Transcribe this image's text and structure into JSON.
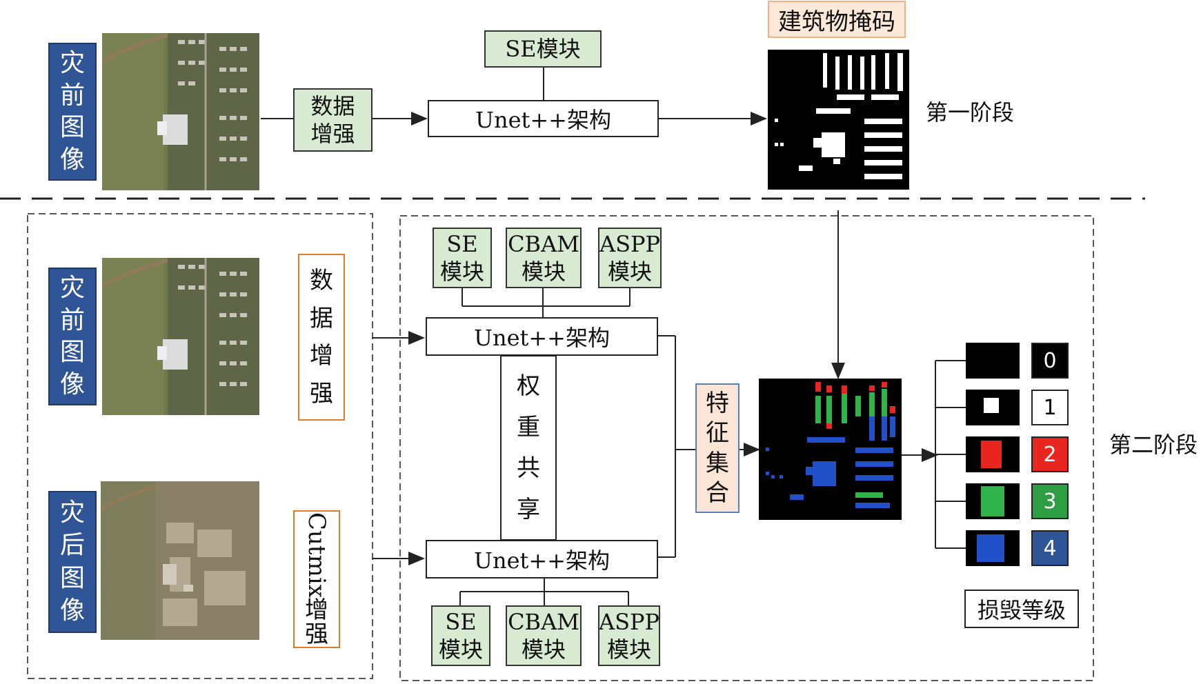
{
  "stage1": {
    "pre_image_label": [
      "灾",
      "前",
      "图",
      "像"
    ],
    "data_aug": [
      "数据",
      "增强"
    ],
    "se_module": "SE模块",
    "unet": "Unet++架构",
    "mask_label": "建筑物掩码",
    "stage_name": "第一阶段"
  },
  "stage2": {
    "pre_image_label": [
      "灾",
      "前",
      "图",
      "像"
    ],
    "post_image_label": [
      "灾",
      "后",
      "图",
      "像"
    ],
    "data_aug_v": [
      "数",
      "据",
      "增",
      "强"
    ],
    "cutmix_word": "Cutmix",
    "cutmix_rest": [
      "增",
      "强"
    ],
    "top_modules": [
      {
        "line1": "SE",
        "line2": "模块"
      },
      {
        "line1": "CBAM",
        "line2": "模块"
      },
      {
        "line1": "ASPP",
        "line2": "模块"
      }
    ],
    "bottom_modules": [
      {
        "line1": "SE",
        "line2": "模块"
      },
      {
        "line1": "CBAM",
        "line2": "模块"
      },
      {
        "line1": "ASPP",
        "line2": "模块"
      }
    ],
    "unet_top": "Unet++架构",
    "unet_bottom": "Unet++架构",
    "weight_share": [
      "权",
      "重",
      "共",
      "享"
    ],
    "feature_set": [
      "特",
      "征",
      "集",
      "合"
    ],
    "damage_levels": [
      {
        "label": "0",
        "bg": "#000000",
        "fg": "#ffffff"
      },
      {
        "label": "1",
        "bg": "#ffffff",
        "fg": "#000000"
      },
      {
        "label": "2",
        "bg": "#e8251f",
        "fg": "#ffffff"
      },
      {
        "label": "3",
        "bg": "#2e9e44",
        "fg": "#ffffff"
      },
      {
        "label": "4",
        "bg": "#2f5597",
        "fg": "#ffffff"
      }
    ],
    "damage_legend": "损毁等级",
    "stage_name": "第二阶段"
  }
}
